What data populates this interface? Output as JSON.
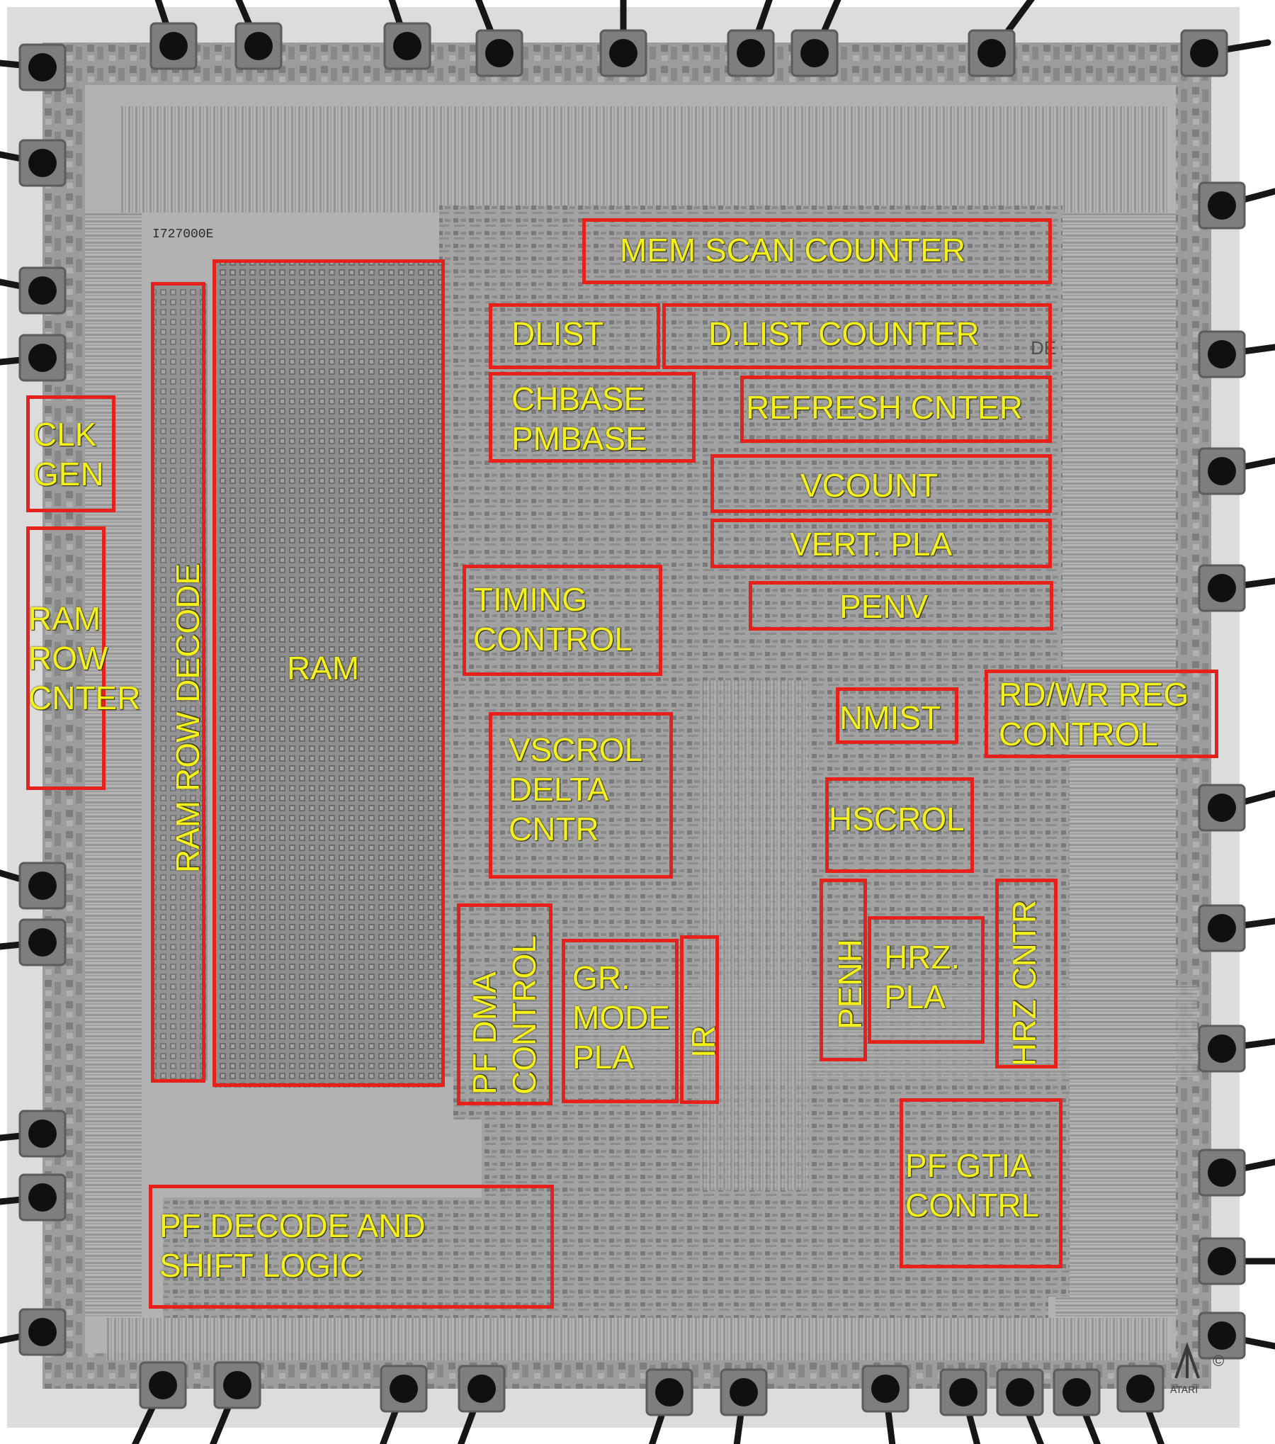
{
  "die": {
    "die_markings": [
      "I727000E",
      "DE",
      "ATARI",
      "©"
    ],
    "colors": {
      "die_bg": "#a8a8a8",
      "frame": "#dcdcdc",
      "box": "#e8201c",
      "label": "#f4f01c",
      "bond_pad": "#101010"
    }
  },
  "regions": {
    "mem_scan_counter": "MEM SCAN COUNTER",
    "dlist": "DLIST",
    "dlist_counter": "D.LIST COUNTER",
    "chbase_pmbase": "CHBASE\nPMBASE",
    "refresh_cnter": "REFRESH CNTER",
    "vcount": "VCOUNT",
    "vert_pla": "VERT. PLA",
    "penv": "PENV",
    "clk_gen": "CLK\nGEN",
    "ram_row_cnter": "RAM\nROW\nCNTER",
    "ram_row_decode": "RAM ROW DECODE",
    "ram": "RAM",
    "timing_control": "TIMING\nCONTROL",
    "nmist": "NMIST",
    "rd_wr_reg_control": "RD/WR REG\nCONTROL",
    "vscrol_delta_cntr": "VSCROL\nDELTA\nCNTR",
    "hscrol": "HSCROL",
    "pf_dma_control": "PF DMA\nCONTROL",
    "gr_mode_pla": "GR.\nMODE\nPLA",
    "ir": "IR",
    "penh": "PENH",
    "hrz_pla": "HRZ.\nPLA",
    "hrz_cntr": "HRZ CNTR",
    "pf_gtia_contrl": "PF GTIA\nCONTRL",
    "pf_decode_shift_logic": "PF DECODE AND\nSHIFT LOGIC"
  }
}
